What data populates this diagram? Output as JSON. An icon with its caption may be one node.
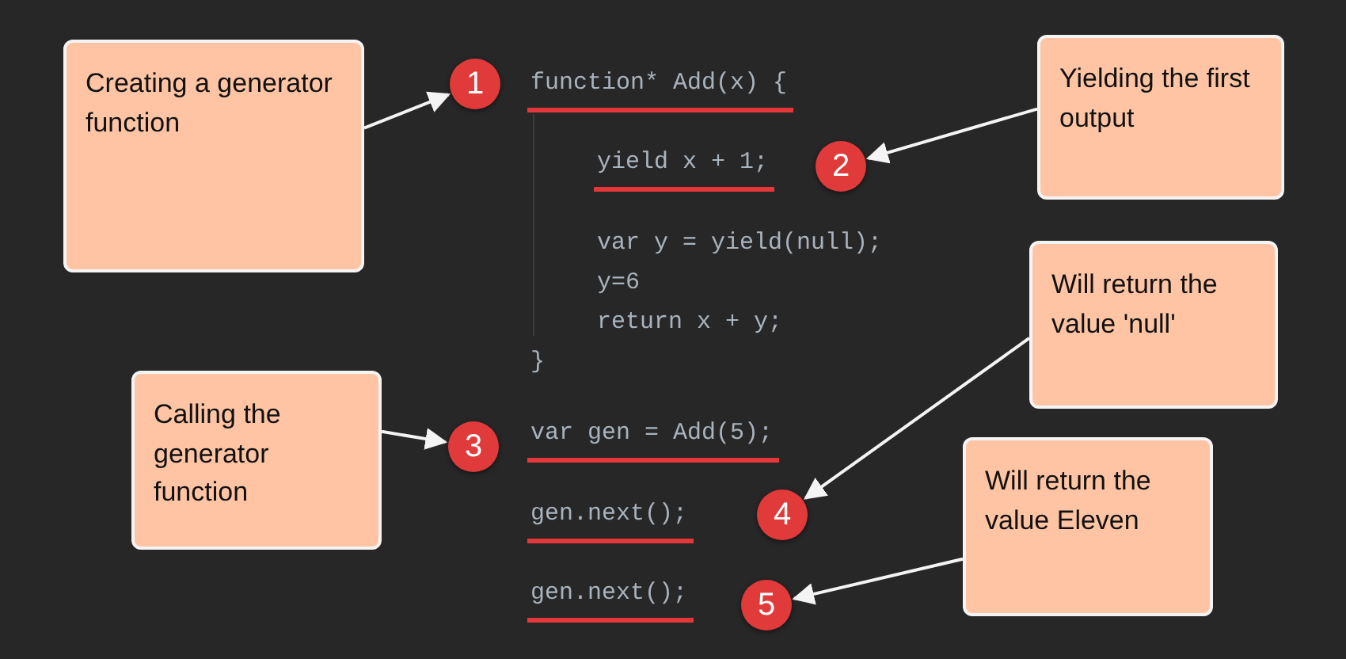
{
  "diagram": {
    "nodes": [
      {
        "text": [
          "Creating a generator function"
        ]
      },
      {
        "text": [
          "1"
        ]
      },
      {
        "text": [
          "Yielding the first output"
        ]
      },
      {
        "text": [
          "2"
        ]
      },
      {
        "text": [
          "Will return the value 'null'"
        ]
      },
      {
        "text": [
          "Calling the generator function"
        ]
      },
      {
        "text": [
          "3"
        ]
      },
      {
        "text": [
          "Will return the value Eleven"
        ]
      },
      {
        "text": [
          "4"
        ]
      },
      {
        "text": [
          "5"
        ]
      }
    ],
    "edges": [
      {
        "from": 0,
        "to": 1,
        "arrow": "to"
      },
      {
        "from": 2,
        "to": 3,
        "arrow": "to"
      },
      {
        "from": 5,
        "to": 6,
        "arrow": "to"
      },
      {
        "from": 4,
        "to": 8,
        "arrow": "to"
      },
      {
        "from": 7,
        "to": 9,
        "arrow": "to"
      }
    ],
    "labels": [
      "function* Add(x) {",
      "yield x + 1;",
      "var y = yield(null);",
      "y=6",
      "return x + y;",
      "}",
      "var gen = Add(5);",
      "gen.next();",
      "gen.next();"
    ]
  }
}
